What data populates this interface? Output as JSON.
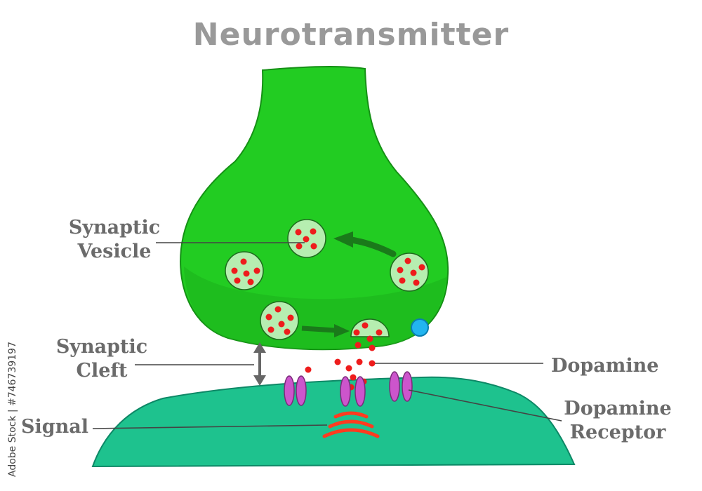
{
  "title": "Neurotransmitter",
  "labels": {
    "synaptic_vesicle": [
      "Synaptic",
      "Vesicle"
    ],
    "synaptic_cleft": [
      "Synaptic",
      "Cleft"
    ],
    "signal": "Signal",
    "dopamine": "Dopamine",
    "dopamine_receptor": [
      "Dopamine",
      "Receptor"
    ]
  },
  "watermark": "Adobe Stock | #746739197",
  "colors": {
    "presynaptic": "#22cc22",
    "postsynaptic": "#1ec28e",
    "vesicle": "#b6eeb0",
    "dopamine": "#ee1c1c",
    "receptor": "#cc55cc",
    "signal": "#ff3b1f",
    "transporter": "#22b5f0",
    "label_text": "#6b6b6b",
    "title_text": "#999999"
  }
}
